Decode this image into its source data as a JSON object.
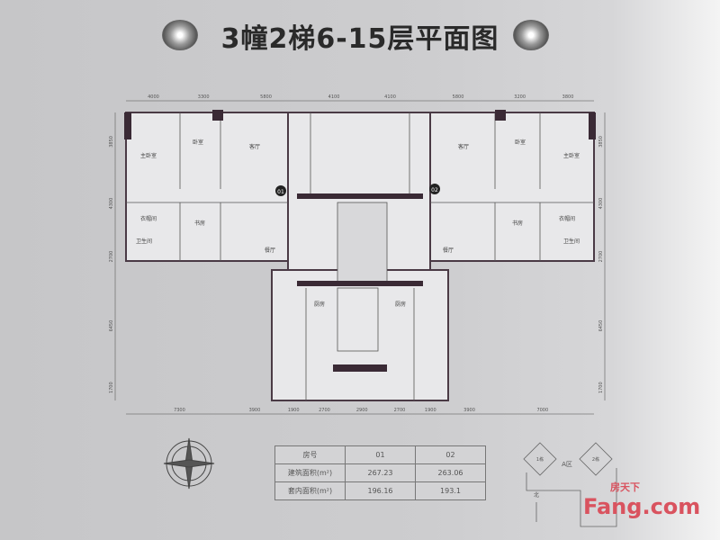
{
  "title": "3幢2梯6-15层平面图",
  "dims": {
    "top": [
      "4000",
      "3300",
      "5800",
      "4100",
      "4100",
      "5800",
      "3200",
      "3800"
    ],
    "bottom": [
      "7300",
      "3900",
      "1900",
      "2700",
      "2900",
      "2700",
      "1900",
      "3900",
      "7000"
    ],
    "left": [
      "3850",
      "4300",
      "2700",
      "6450",
      "1700"
    ],
    "right": [
      "3850",
      "4300",
      "2700",
      "6450",
      "1700"
    ]
  },
  "units": [
    "01",
    "02"
  ],
  "rooms": {
    "master": "主卧室",
    "bed": "卧室",
    "living": "客厅",
    "dining": "餐厅",
    "kitchen": "厨房",
    "bath": "卫生间",
    "closet": "衣帽间",
    "study": "书房"
  },
  "table": {
    "headers": [
      "房号",
      "01",
      "02"
    ],
    "rows": [
      [
        "建筑面积(m²)",
        "267.23",
        "263.06"
      ],
      [
        "套内面积(m²)",
        "196.16",
        "193.1"
      ]
    ]
  },
  "keyplan": {
    "b1": "1栋",
    "b2": "2栋",
    "zone": "A区",
    "north": "北"
  },
  "logo": {
    "text": "Fang.com",
    "cn": "房天下"
  }
}
